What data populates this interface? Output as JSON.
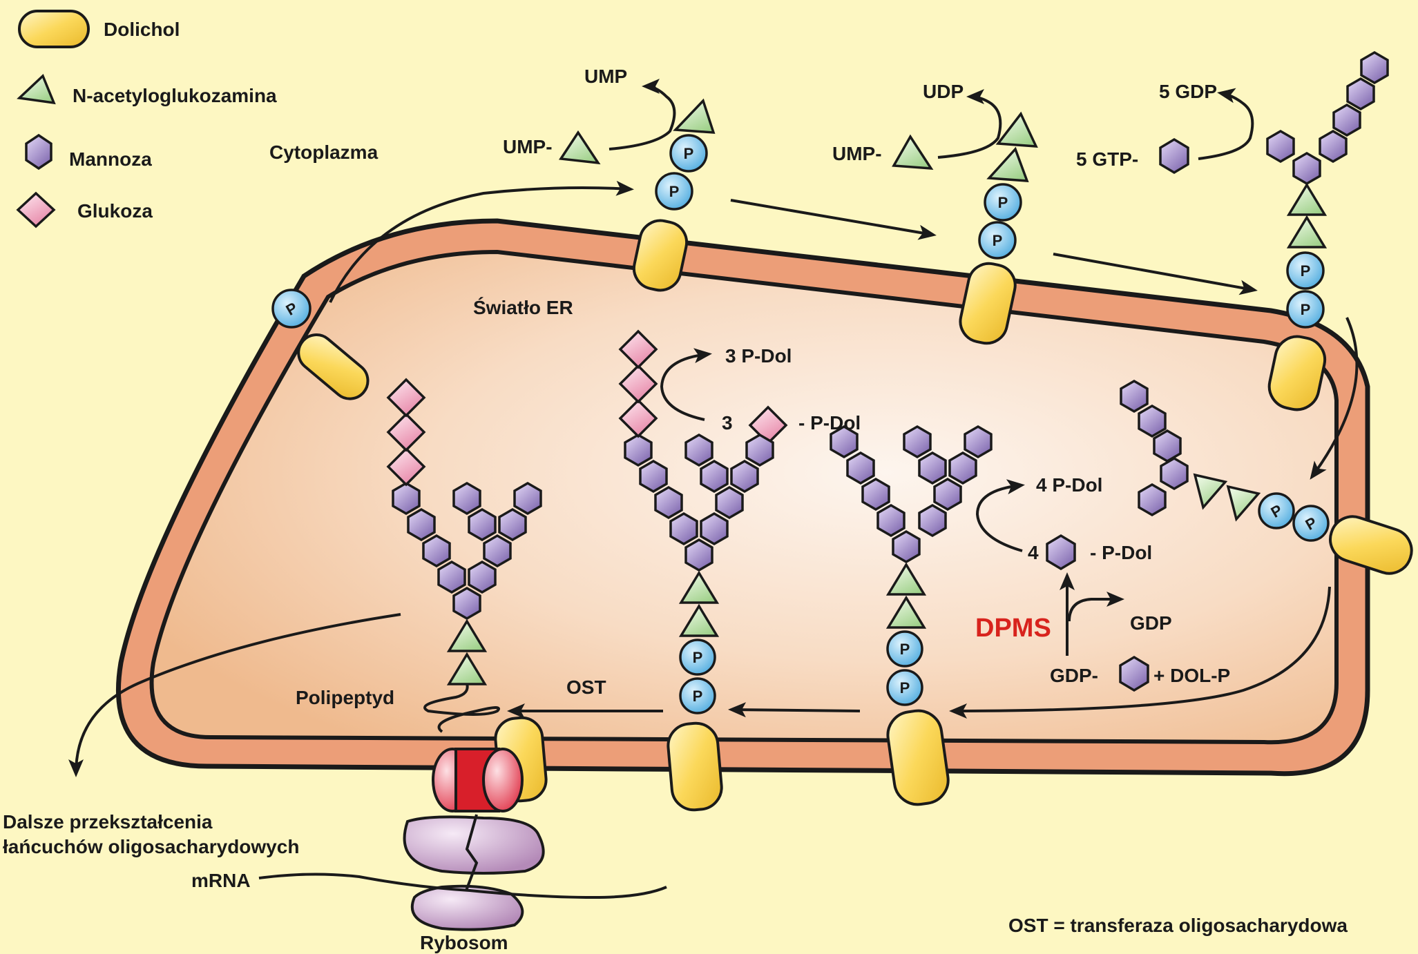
{
  "legend": {
    "dolichol": "Dolichol",
    "nacetyl": "N-acetyloglukozamina",
    "mannose": "Mannoza",
    "glucose": "Glukoza"
  },
  "compartments": {
    "cytoplasm": "Cytoplazma",
    "lumen": "Światło ER"
  },
  "phosphate_symbol": "P",
  "labels": {
    "ump_top": "UMP",
    "ump_in_1": "UMP-",
    "udp_top": "UDP",
    "ump_in_2": "UMP-",
    "gdp5_top": "5 GDP",
    "gtp5_in": "5 GTP-",
    "pdol3_out": "3 P-Dol",
    "pdol3_in_num": "3",
    "pdol3_in_suffix": "- P-Dol",
    "pdol4_out": "4 P-Dol",
    "pdol4_in_num": "4",
    "pdol4_in_suffix": "- P-Dol",
    "dpms": "DPMS",
    "gdp": "GDP",
    "gdp_in": "GDP-",
    "dolp": "+ DOL-P",
    "ost": "OST",
    "polypeptide": "Polipeptyd",
    "further_1": "Dalsze przekształcenia",
    "further_2": "łańcuchów oligosacharydowych",
    "mrna": "mRNA",
    "ribosome": "Rybosom",
    "ost_def": "OST = transferaza oligosacharydowa"
  },
  "colors": {
    "background": "#fdf7c2",
    "membrane": "#ec9e78",
    "lumen": "#f3c9a3",
    "mannose": "#9b85c4",
    "nacetylglucosamine": "#bfe3b0",
    "glucose": "#f2a5bd",
    "phosphate": "#7cc3ea",
    "dolichol": "#f6cf45",
    "dpms_text": "#d8231d",
    "ribosome": "#c9a3c9",
    "translocon": "#d81f2a"
  }
}
